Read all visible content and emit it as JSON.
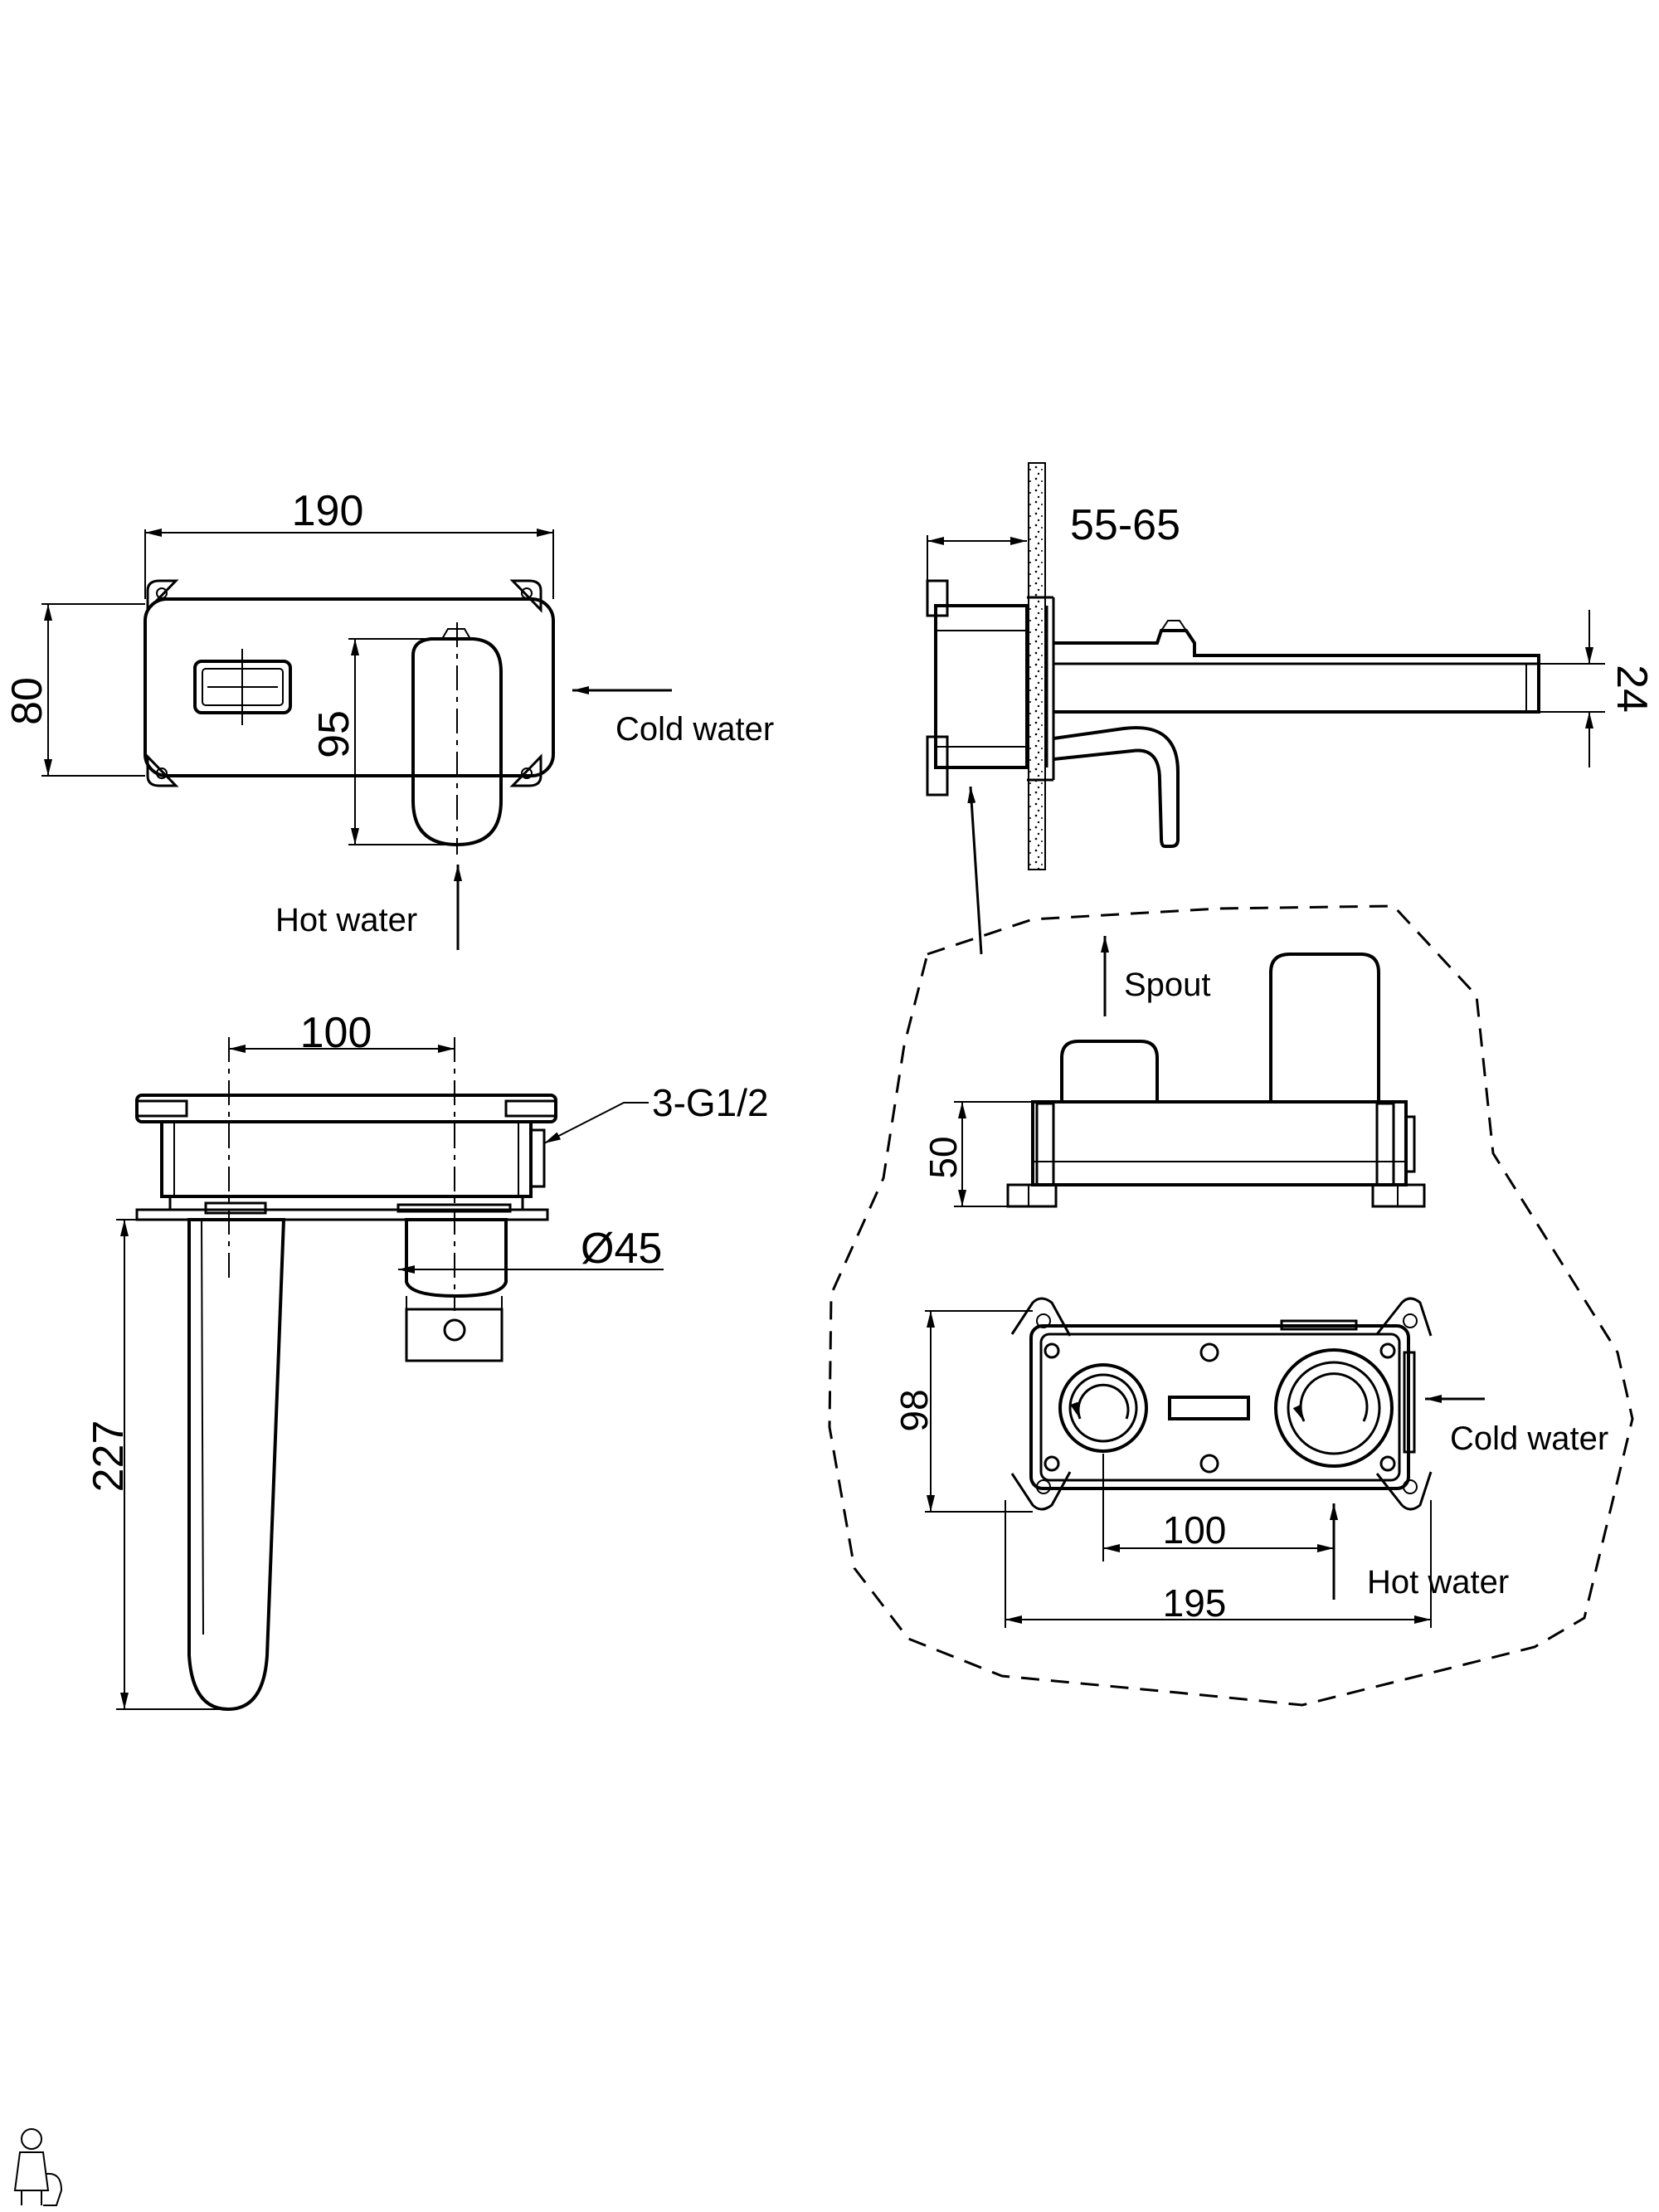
{
  "labels": {
    "cold_water_front": "Cold water",
    "hot_water_front": "Hot water",
    "cold_water_box": "Cold water",
    "hot_water_box": "Hot water",
    "spout": "Spout",
    "thread": "3-G1/2"
  },
  "dimensions": {
    "front_width": "190",
    "front_height": "80",
    "handle_height": "95",
    "wall_depth": "55-65",
    "spout_thickness": "24",
    "top_spacing": "100",
    "diameter": "Ø45",
    "spout_length": "227",
    "box_height": "50",
    "box_depth": "98",
    "box_spacing": "100",
    "box_width": "195"
  },
  "colors": {
    "line": "#000000",
    "background": "#ffffff"
  }
}
